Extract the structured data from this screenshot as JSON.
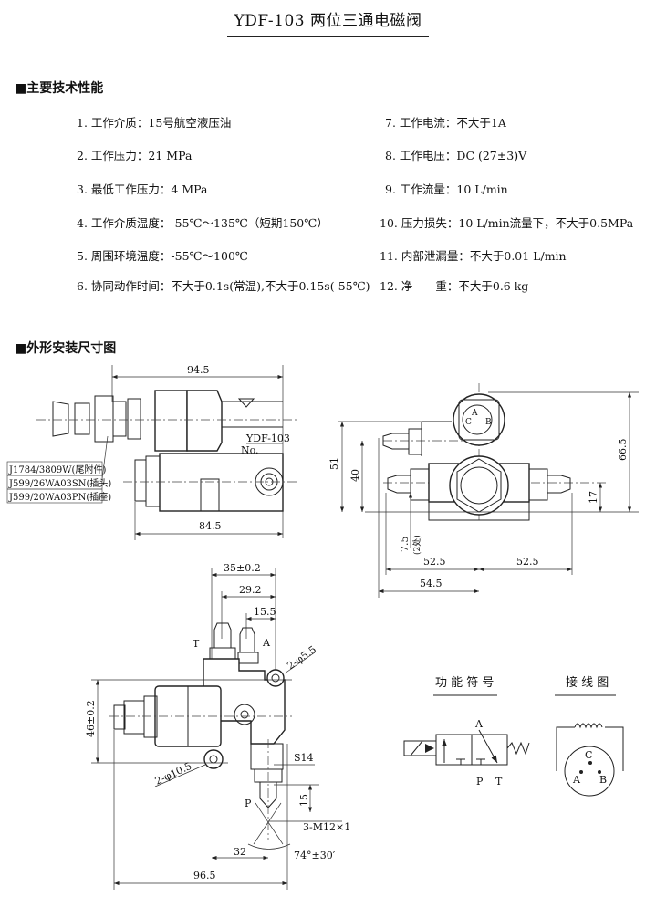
{
  "title": "YDF-103 两位三通电磁阀",
  "sections": {
    "specs_heading": "■主要技术性能",
    "drawing_heading": "■外形安装尺寸图"
  },
  "specs": [
    {
      "num": "1.",
      "text": "工作介质：15号航空液压油"
    },
    {
      "num": "2.",
      "text": "工作压力：21 MPa"
    },
    {
      "num": "3.",
      "text": "最低工作压力：4 MPa"
    },
    {
      "num": "4.",
      "text": "工作介质温度：-55℃～135℃（短期150℃）"
    },
    {
      "num": "5.",
      "text": "周围环境温度：-55℃～100℃"
    },
    {
      "num": "6.",
      "text": "协同动作时间：不大于0.1s(常温),不大于0.15s(-55℃)"
    },
    {
      "num": "7.",
      "text": "工作电流：不大于1A"
    },
    {
      "num": "8.",
      "text": "工作电压：DC (27±3)V"
    },
    {
      "num": "9.",
      "text": "工作流量：10 L/min"
    },
    {
      "num": "10.",
      "text": "压力损失：10 L/min流量下，不大于0.5MPa"
    },
    {
      "num": "11.",
      "text": "内部泄漏量：不大于0.01 L/min"
    },
    {
      "num": "12.",
      "text": "净　　重：不大于0.6 kg"
    }
  ],
  "side_view": {
    "dim_length": "94.5",
    "dim_body": "84.5",
    "model_mark": "YDF-103",
    "serial_mark": "No.",
    "connector_labels": [
      "J1784/3809W(尾附件)",
      "J599/26WA03SN(插头)",
      "J599/20WA03PN(插座)"
    ]
  },
  "end_view": {
    "dim_height": "66.5",
    "dim_51": "51",
    "dim_40": "40",
    "dim_17": "17",
    "dim_7_5": "7.5",
    "dim_7_5_note": "(2处)",
    "dim_left": "52.5",
    "dim_right": "52.5",
    "dim_54_5": "54.5",
    "pins": [
      "A",
      "B",
      "C"
    ]
  },
  "top_view": {
    "dim_35": "35±0.2",
    "dim_29_2": "29.2",
    "dim_15_5": "15.5",
    "port_t": "T",
    "port_a": "A",
    "port_p": "P",
    "hole_small": "2-φ5.5",
    "hole_large": "2-φ10.5",
    "dim_46": "46±0.2",
    "hex": "S14",
    "dim_15": "15",
    "thread": "3-M12×1",
    "dim_32": "32",
    "angle": "74°±30′",
    "dim_96_5": "96.5"
  },
  "function_symbol": {
    "heading": "功 能 符 号",
    "port_a": "A",
    "port_p": "P",
    "port_t": "T"
  },
  "wiring": {
    "heading": "接 线 图",
    "pin_a": "A",
    "pin_b": "B",
    "pin_c": "C"
  }
}
